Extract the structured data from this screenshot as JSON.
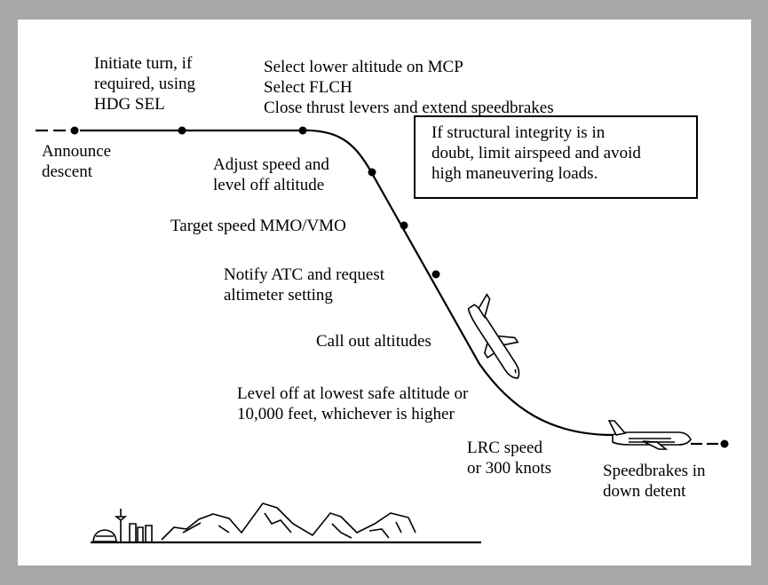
{
  "colors": {
    "frame": "#a7a7a7",
    "panel": "#ffffff",
    "ink": "#000000"
  },
  "labels": {
    "announce_descent": "Announce\ndescent",
    "initiate_turn": "Initiate turn, if\nrequired, using\nHDG SEL",
    "mcp_actions": "Select lower altitude on MCP\nSelect FLCH\nClose thrust levers and extend speedbrakes",
    "adjust_speed": "Adjust speed and\nlevel off altitude",
    "target_speed": "Target speed MMO/VMO",
    "notify_atc": "Notify ATC and request\naltimeter setting",
    "call_out": "Call out altitudes",
    "level_off": "Level off at lowest safe altitude or\n10,000 feet, whichever is higher",
    "lrc_speed": "LRC speed\nor 300 knots",
    "speedbrakes": "Speedbrakes in\ndown detent"
  },
  "note": "If structural integrity is in\ndoubt, limit airspeed and avoid\nhigh maneuvering loads.",
  "icons": [
    "airplane-icon",
    "city-skyline-icon",
    "mountains-icon"
  ]
}
